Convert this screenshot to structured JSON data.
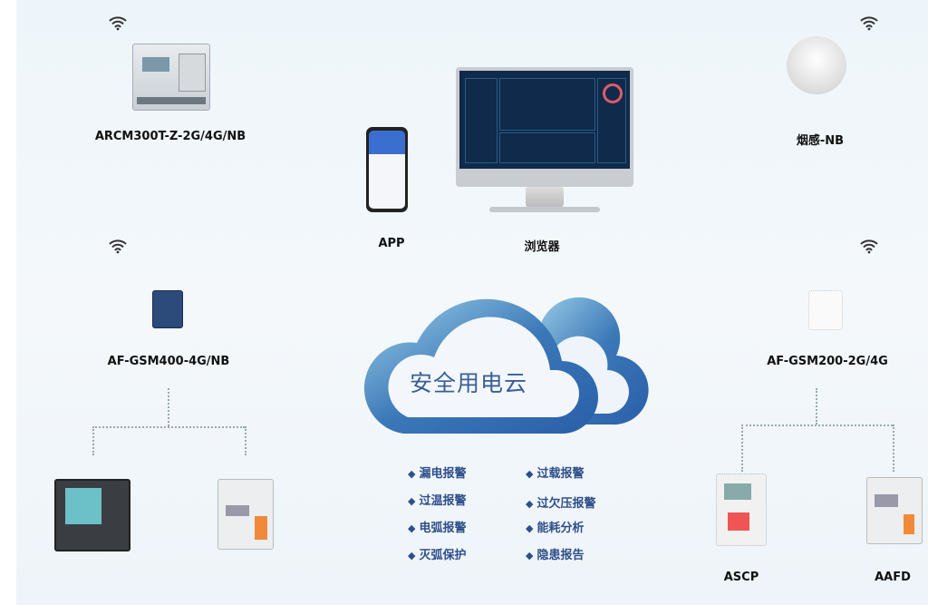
{
  "devices": {
    "arcm": "ARCM300T-Z-2G/4G/NB",
    "smoke": "烟感-NB",
    "app": "APP",
    "browser": "浏览器",
    "gsm400": "AF-GSM400-4G/NB",
    "gsm200": "AF-GSM200-2G/4G",
    "ascp": "ASCP",
    "aafd": "AAFD"
  },
  "cloud": {
    "title": "安全用电云"
  },
  "features": {
    "left": [
      "漏电报警",
      "过温报警",
      "电弧报警",
      "灭弧保护"
    ],
    "right": [
      "过载报警",
      "过欠压报警",
      "能耗分析",
      "隐患报告"
    ]
  },
  "colors": {
    "feature_text": "#2f4f8a",
    "cloud": "#3b78b8",
    "screen": "#0f2a4a"
  }
}
